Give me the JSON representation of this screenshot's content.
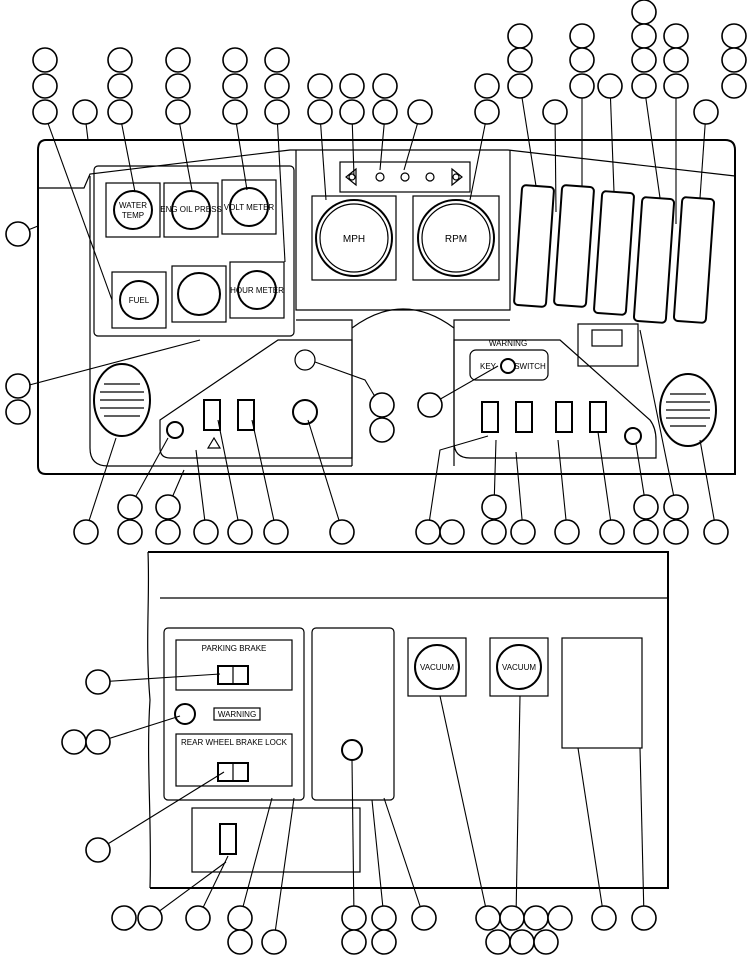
{
  "gauges": {
    "water_temp": "WATER TEMP",
    "oil_press": "ENG OIL PRESS",
    "volt_meter": "VOLT METER",
    "fuel": "FUEL",
    "hour_meter": "HOUR METER",
    "speedometer": "MPH",
    "tachometer": "RPM"
  },
  "right_panel": {
    "warning": "WARNING",
    "key": "KEY",
    "switch": "SWITCH"
  },
  "lower_panel": {
    "parking_brake": "PARKING BRAKE",
    "warning_tag": "WARNING",
    "rear_wheel_brake_lock": "REAR WHEEL BRAKE LOCK",
    "vacuum_left": "VACUUM",
    "vacuum_right": "VACUUM"
  }
}
